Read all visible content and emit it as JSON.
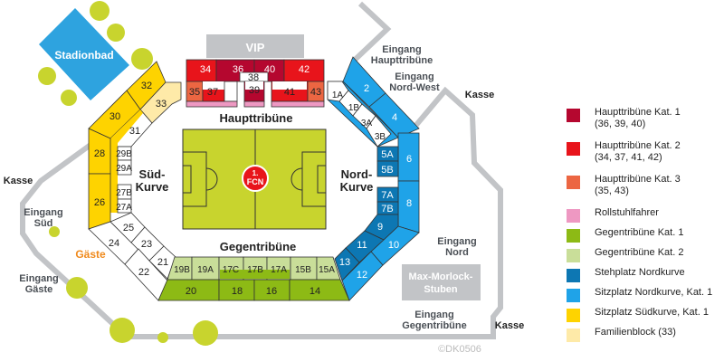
{
  "places": {
    "stadionbad": "Stadionbad",
    "vip": "VIP",
    "haupttribuene": "Haupttribüne",
    "gegentribuene": "Gegentribüne",
    "sued_kurve_1": "Süd-",
    "sued_kurve_2": "Kurve",
    "nord_kurve_1": "Nord-",
    "nord_kurve_2": "Kurve",
    "gaeste": "Gäste",
    "logo": "1. FCN",
    "max_morlock_1": "Max-Morlock-",
    "max_morlock_2": "Stuben",
    "eingang_haupt_1": "Eingang",
    "eingang_haupt_2": "Haupttribüne",
    "eingang_nw_1": "Eingang",
    "eingang_nw_2": "Nord-West",
    "kasse_ne": "Kasse",
    "kasse_w": "Kasse",
    "kasse_se": "Kasse",
    "eingang_sued_1": "Eingang",
    "eingang_sued_2": "Süd",
    "eingang_gaeste_1": "Eingang",
    "eingang_gaeste_2": "Gäste",
    "eingang_nord_1": "Eingang",
    "eingang_nord_2": "Nord",
    "eingang_gegen_1": "Eingang",
    "eingang_gegen_2": "Gegentribüne",
    "copyright": "©DK0506"
  },
  "sections": {
    "s34": "34",
    "s36": "36",
    "s40": "40",
    "s42": "42",
    "s38": "38",
    "s35": "35",
    "s37": "37",
    "s39": "39",
    "s41": "41",
    "s43": "43",
    "s32": "32",
    "s33": "33",
    "s30": "30",
    "s31": "31",
    "s28": "28",
    "s29B": "29B",
    "s29A": "29A",
    "s26": "26",
    "s27B": "27B",
    "s27A": "27A",
    "s25": "25",
    "s24": "24",
    "s23": "23",
    "s22": "22",
    "s21": "21",
    "s19B": "19B",
    "s19A": "19A",
    "s17C": "17C",
    "s17B": "17B",
    "s17A": "17A",
    "s15B": "15B",
    "s15A": "15A",
    "s20": "20",
    "s18": "18",
    "s16": "16",
    "s14": "14",
    "s1A": "1A",
    "s1B": "1B",
    "s2": "2",
    "s3A": "3A",
    "s3B": "3B",
    "s4": "4",
    "s5A": "5A",
    "s5B": "5B",
    "s6": "6",
    "s7A": "7A",
    "s7B": "7B",
    "s8": "8",
    "s9": "9",
    "s10": "10",
    "s11": "11",
    "s12": "12",
    "s13": "13"
  },
  "colors": {
    "haupt_kat1": "#b5072f",
    "haupt_kat2": "#e8141b",
    "haupt_kat3": "#ec6642",
    "rollstuhl": "#ee98c2",
    "gegen_kat1": "#8dba15",
    "gegen_kat2": "#c9de99",
    "steh_nord": "#0d77b3",
    "sitz_nord": "#1fa3e8",
    "sitz_sued": "#fed300",
    "familie": "#feeaa8",
    "pitch": "#c8d42e",
    "gray": "#c2c4c7"
  },
  "legend": [
    {
      "label": "Haupttribüne Kat. 1",
      "sub": "(36, 39, 40)",
      "color": "#b5072f"
    },
    {
      "label": "Haupttribüne Kat. 2",
      "sub": "(34, 37, 41, 42)",
      "color": "#e8141b"
    },
    {
      "label": "Haupttribüne Kat. 3",
      "sub": "(35, 43)",
      "color": "#ec6642"
    },
    {
      "label": "Rollstuhlfahrer",
      "color": "#ee98c2"
    },
    {
      "label": "Gegentribüne Kat. 1",
      "color": "#8dba15"
    },
    {
      "label": "Gegentribüne Kat. 2",
      "color": "#c9de99"
    },
    {
      "label": "Stehplatz Nordkurve",
      "color": "#0d77b3"
    },
    {
      "label": "Sitzplatz Nordkurve, Kat. 1",
      "color": "#1fa3e8"
    },
    {
      "label": "Sitzplatz Südkurve, Kat. 1",
      "color": "#fed300"
    },
    {
      "label": "Familienblock (33)",
      "color": "#feeaa8"
    }
  ]
}
